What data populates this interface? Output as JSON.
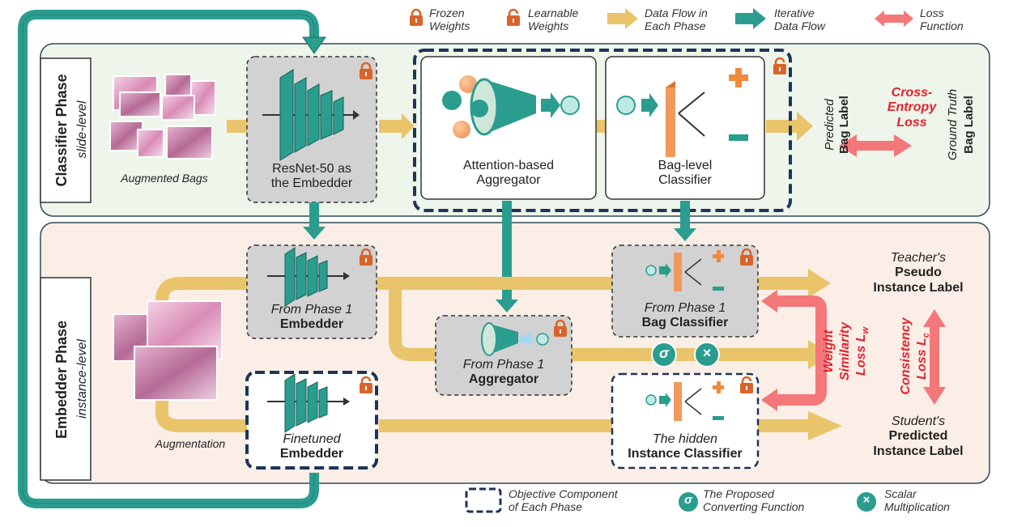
{
  "legend": {
    "frozen": [
      "Frozen",
      "Weights"
    ],
    "learnable": [
      "Learnable",
      "Weights"
    ],
    "data_flow": [
      "Data Flow in",
      "Each Phase"
    ],
    "iterative": [
      "Iterative",
      "Data Flow"
    ],
    "loss": [
      "Loss",
      "Function"
    ],
    "objective": [
      "Objective Component",
      "of Each Phase"
    ],
    "converting": [
      "The Proposed",
      "Converting Function"
    ],
    "scalar": [
      "Scalar",
      "Multiplication"
    ]
  },
  "classifier_phase": {
    "title": "Classifier Phase",
    "subtitle": "slide-level",
    "augmented_bags": "Augmented Bags",
    "embedder": [
      "ResNet-50 as",
      "the Embedder"
    ],
    "aggregator": [
      "Attention-based",
      "Aggregator"
    ],
    "bag_classifier": [
      "Bag-level",
      "Classifier"
    ],
    "predicted": [
      "Predicted",
      "Bag Label"
    ],
    "loss": [
      "Cross-",
      "Entropy",
      "Loss"
    ],
    "ground_truth": [
      "Ground Truth",
      "Bag Label"
    ]
  },
  "embedder_phase": {
    "title": "Embedder Phase",
    "subtitle": "instance-level",
    "augmentation": "Augmentation",
    "from_phase1": "From Phase 1",
    "embedder": "Embedder",
    "aggregator": "Aggregator",
    "bag_classifier": "Bag Classifier",
    "finetuned": "Finetuned",
    "finetuned_embedder": "Embedder",
    "hidden": "The hidden",
    "instance_classifier": "Instance Classifier",
    "teacher": [
      "Teacher's",
      "Pseudo",
      "Instance Label"
    ],
    "student": [
      "Student's",
      "Predicted",
      "Instance Label"
    ],
    "weight_loss": [
      "Weight",
      "Similarity",
      "Loss L"
    ],
    "weight_sub": "w",
    "consistency_loss": [
      "Consistency",
      "Loss L"
    ],
    "consistency_sub": "c",
    "sigma": "σ",
    "times": "×"
  },
  "colors": {
    "teal": "#2a9d8f",
    "teal_dark": "#1f7a6e",
    "flow": "#e9c46a",
    "loss": "#f4777a",
    "lock": "#d9642a",
    "phase1_bg": "#eef5ea",
    "phase2_bg": "#fbeee6"
  }
}
